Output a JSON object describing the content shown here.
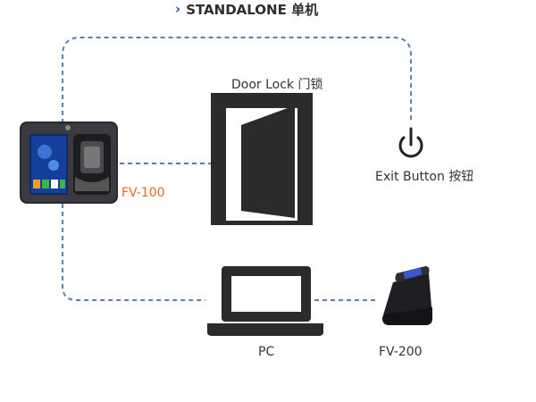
{
  "diagram": {
    "title": "STANDALONE 单机",
    "nodes": {
      "door_lock": {
        "label": "Door Lock 门锁"
      },
      "exit_button": {
        "label": "Exit Button 按钮"
      },
      "fv100": {
        "label": "FV-100"
      },
      "pc": {
        "label": "PC"
      },
      "fv200": {
        "label": "FV-200"
      }
    },
    "colors": {
      "connector": "#5b7fb4",
      "accent_label": "#e56e1a",
      "device_dark": "#2a2a2e"
    }
  }
}
